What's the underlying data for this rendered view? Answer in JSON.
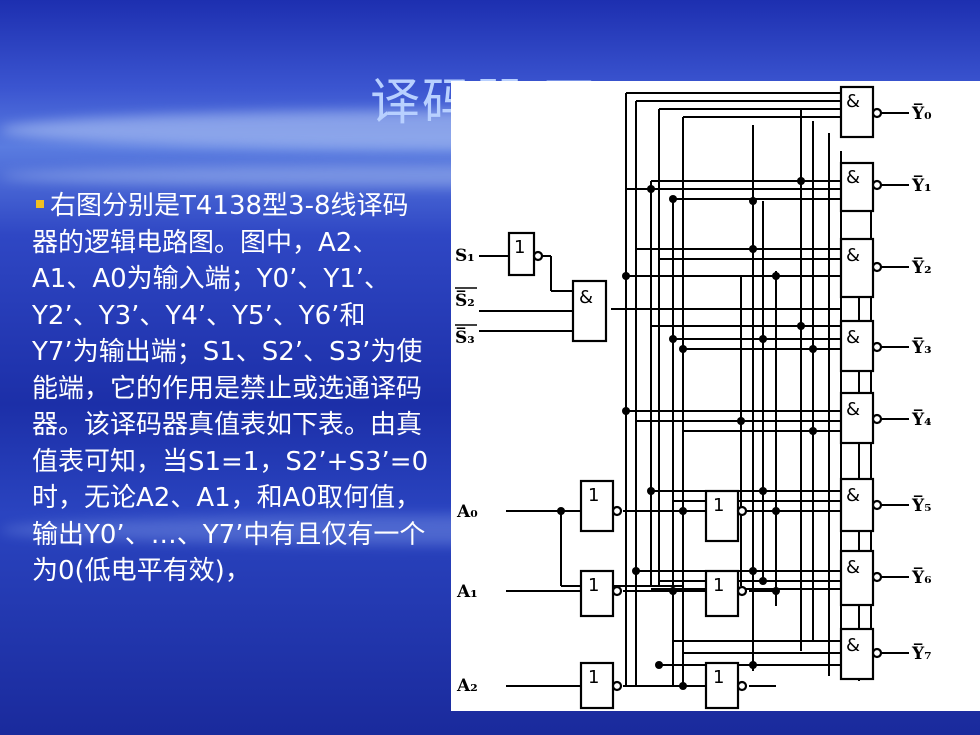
{
  "slide": {
    "title": "译码器 下",
    "paragraph": "右图分别是T4138型3-8线译码器的逻辑电路图。图中，A2、A1、A0为输入端；Y0’、Y1’、Y2’、Y3’、Y4’、Y5’、Y6’和Y7’为输出端；S1、S2’、S3’为使能端，它的作用是禁止或选通译码器。该译码器真值表如下表。由真值表可知，当S1=1，S2’+S3’=0时，无论A2、A1，和A0取何值，输出Y0’、…、Y7’中有且仅有一个为0(低电平有效)，"
  },
  "diagram": {
    "enable_inputs": [
      "S₁",
      "S̅₂",
      "S̅₃"
    ],
    "address_inputs": [
      "A₀",
      "A₁",
      "A₂"
    ],
    "outputs": [
      "Y̅₀",
      "Y̅₁",
      "Y̅₂",
      "Y̅₃",
      "Y̅₄",
      "Y̅₅",
      "Y̅₆",
      "Y̅₇"
    ],
    "inverter_symbol": "1",
    "and_symbol": "&"
  },
  "colors": {
    "background_top": "#1d2fb0",
    "background_mid": "#5a7ce0",
    "title_color": "#b8d0ff",
    "bullet_color": "#f0c020",
    "text_color": "#ffffff"
  }
}
